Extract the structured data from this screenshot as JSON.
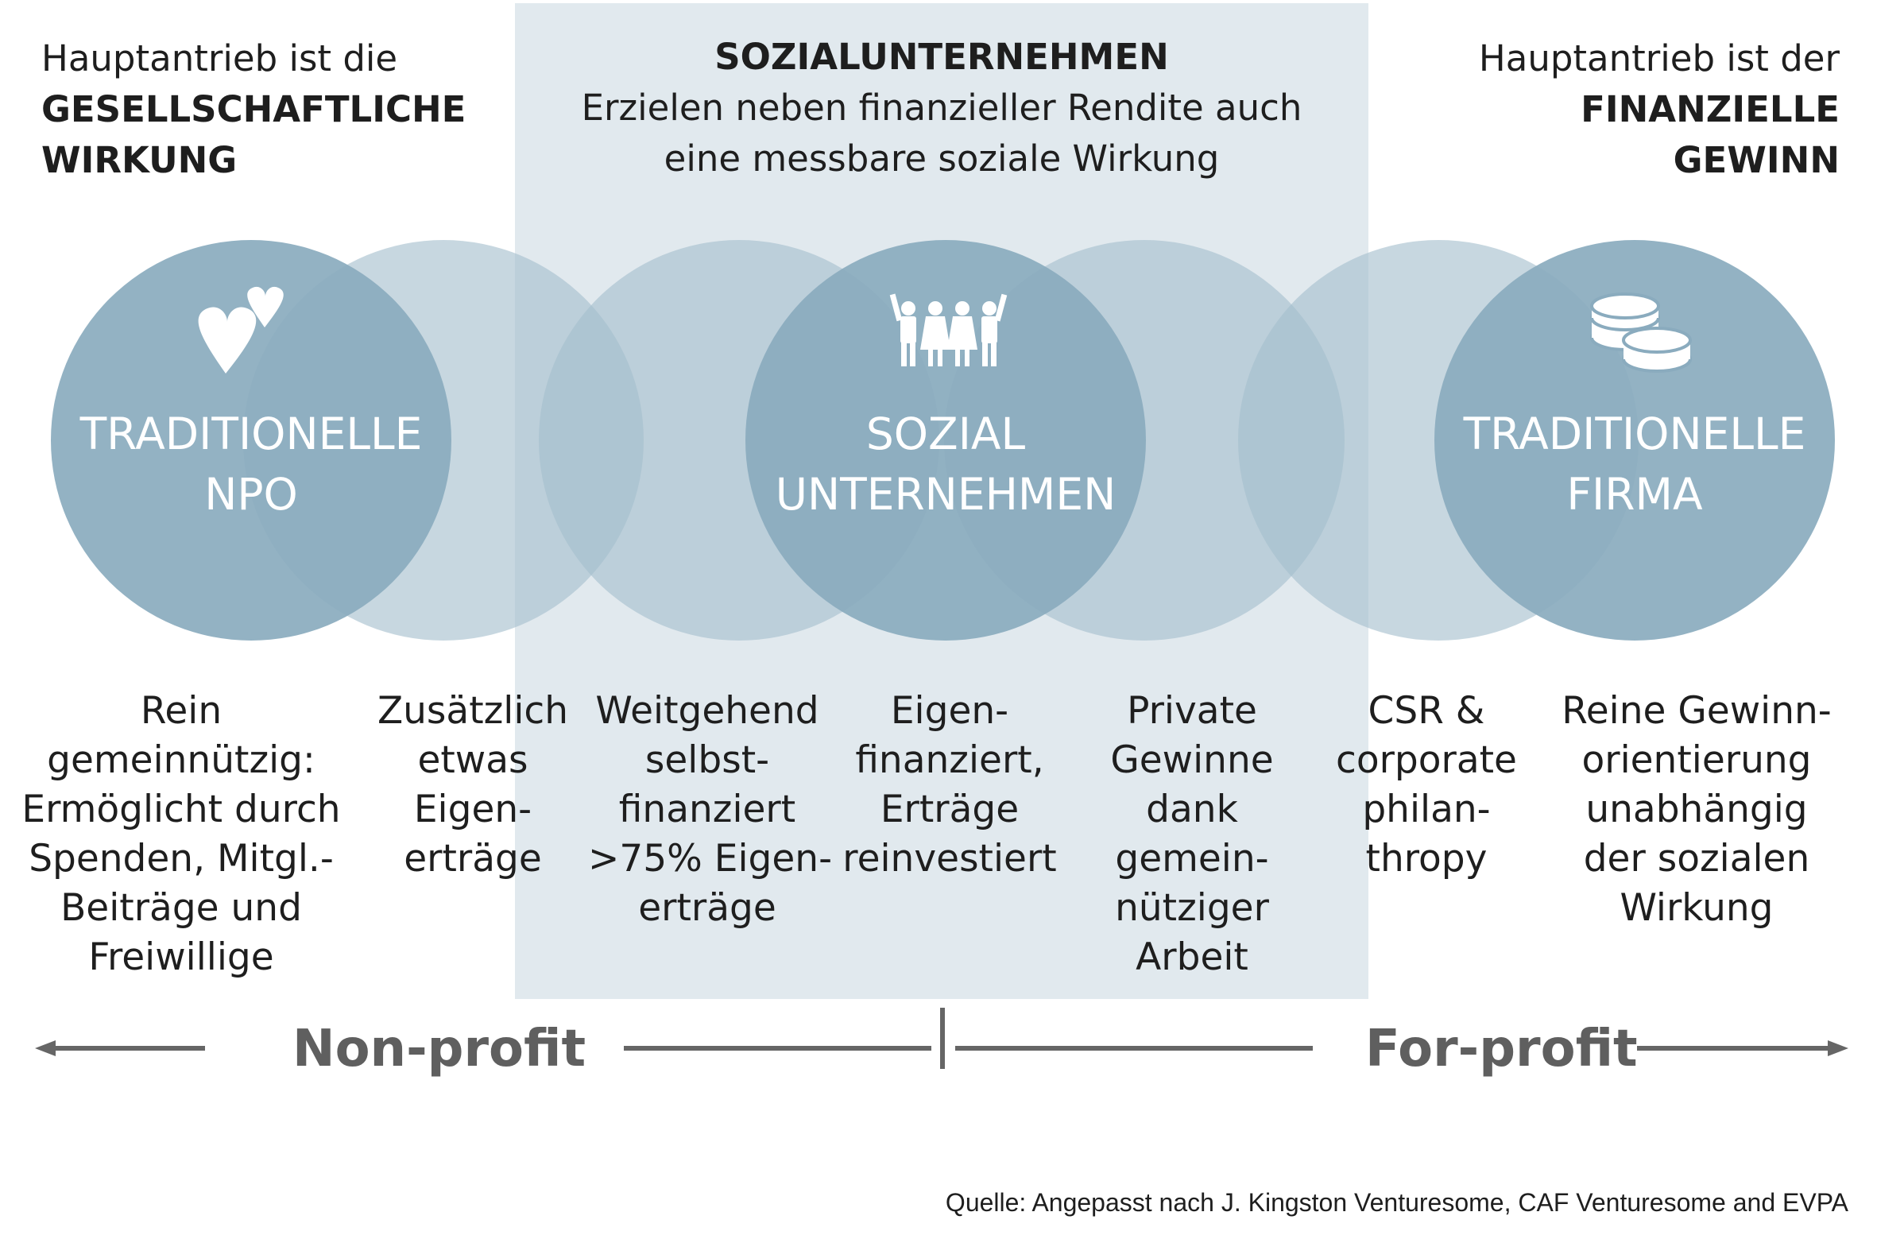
{
  "header": {
    "left": {
      "line1": "Hauptantrieb ist die",
      "bold1": "GESELLSCHAFTLICHE",
      "bold2": "WIRKUNG"
    },
    "center": {
      "title": "SOZIALUNTERNEHMEN",
      "line1": "Erzielen neben finanzieller Rendite auch",
      "line2": "eine messbare soziale Wirkung"
    },
    "right": {
      "line1": "Hauptantrieb ist der",
      "bold1": "FINANZIELLE",
      "bold2": "GEWINN"
    }
  },
  "circles": [
    {
      "line1": "TRADITIONELLE",
      "line2": "NPO",
      "icon": "hearts-icon"
    },
    {
      "line1": "SOZIAL",
      "line2": "UNTERNEHMEN",
      "icon": "people-icon"
    },
    {
      "line1": "TRADITIONELLE",
      "line2": "FIRMA",
      "icon": "coins-icon"
    }
  ],
  "columns": [
    {
      "lines": [
        "Rein",
        "gemeinnützig:",
        "Ermöglicht durch",
        "Spenden, Mitgl.-",
        "Beiträge und",
        "Freiwillige"
      ]
    },
    {
      "lines": [
        "Zusätzlich",
        "etwas",
        "Eigen-",
        "erträge"
      ]
    },
    {
      "lines": [
        "Weitgehend",
        "selbst-",
        "finanziert",
        ">75% Eigen-",
        "erträge"
      ]
    },
    {
      "lines": [
        "Eigen-",
        "finanziert,",
        "Erträge",
        "reinvestiert"
      ]
    },
    {
      "lines": [
        "Private",
        "Gewinne",
        "dank",
        "gemein-",
        "nütziger",
        "Arbeit"
      ]
    },
    {
      "lines": [
        "CSR &",
        "corporate",
        "philan-",
        "thropy"
      ]
    },
    {
      "lines": [
        "Reine Gewinn-",
        "orientierung",
        "unabhängig",
        "der sozialen",
        "Wirkung"
      ]
    }
  ],
  "axis": {
    "left_label": "Non-profit",
    "right_label": "For-profit"
  },
  "source": "Quelle: Angepasst nach J. Kingston Venturesome, CAF Venturesome and EVPA",
  "colors": {
    "main_circle": "#8fb0c2",
    "light_circle": "#b3cad6",
    "highlight": "#e1e9ee",
    "axis": "#666666"
  }
}
